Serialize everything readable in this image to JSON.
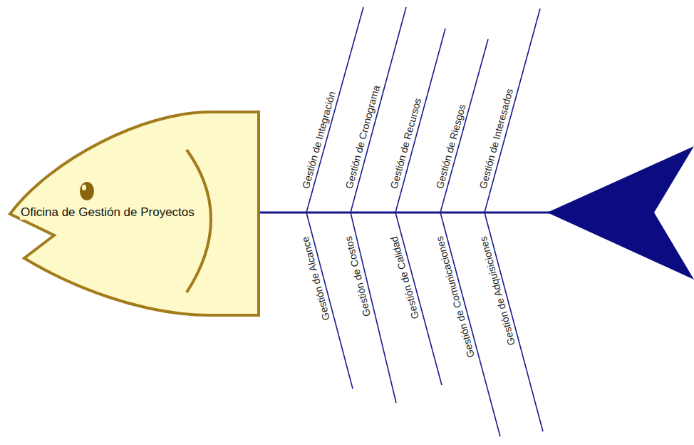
{
  "diagram": {
    "nodes": [
      {
        "text": [
          "Oficina de Gestión de Proyectos"
        ]
      }
    ],
    "labels": [
      "Gestión de Integración",
      "Gestión de Cronograma",
      "Gestión de Recursos",
      "Gestión de Riesgos",
      "Gestión de Interesados",
      "Gestión de Alcance",
      "Gestión de Costos",
      "Gestión de Calidad",
      "Gestión de Comunicaciones",
      "Gestión de Adquisiciones"
    ]
  }
}
